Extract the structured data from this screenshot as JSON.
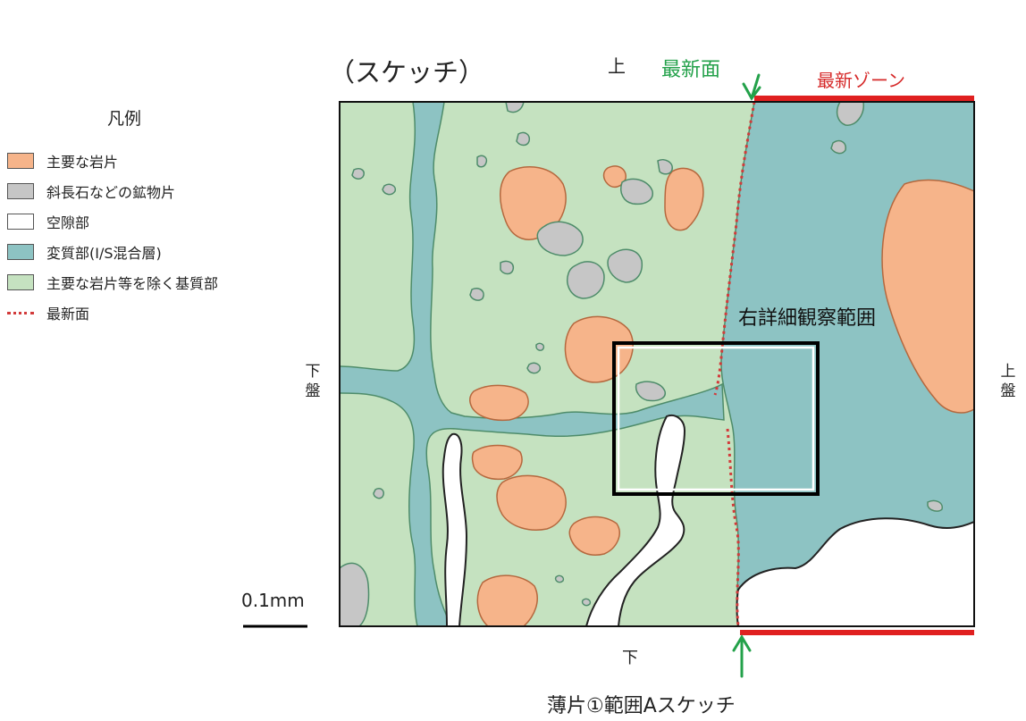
{
  "legend": {
    "title": "凡例",
    "items": [
      {
        "label": "主要な岩片",
        "color": "#f6b48a"
      },
      {
        "label": "斜長石などの鉱物片",
        "color": "#c6c6c6"
      },
      {
        "label": "空隙部",
        "color": "#ffffff"
      },
      {
        "label": "変質部(I/S混合層)",
        "color": "#8dc3c3"
      },
      {
        "label": "主要な岩片等を除く基質部",
        "color": "#c5e2c0"
      },
      {
        "label": "最新面",
        "color": "#d23a3a",
        "style": "dotted-line"
      }
    ]
  },
  "sketch_label": "（スケッチ）",
  "orientation": {
    "top": "上",
    "bottom": "下",
    "left": "下盤",
    "right": "上盤"
  },
  "newest_face_label": "最新面",
  "newest_zone_label": "最新ゾーン",
  "detail_area_label": "右詳細観察範囲",
  "scale_label": "0.1mm",
  "caption": "薄片①範囲Aスケッチ",
  "colors": {
    "matrix": "#c5e2c0",
    "alteration": "#8dc3c3",
    "rock": "#f6b48a",
    "mineral": "#c6c6c6",
    "void": "#ffffff",
    "newest_face": "#d23a3a",
    "arrow": "#23a14a",
    "zone_bar": "#e02020"
  }
}
